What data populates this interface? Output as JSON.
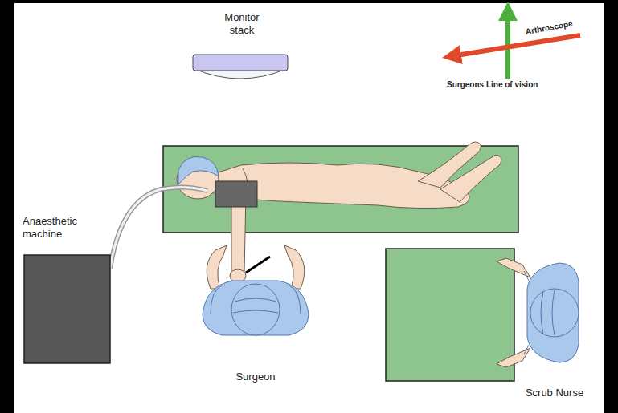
{
  "diagram": {
    "labels": [
      "Monitor stack",
      "Surgeons Line of vision",
      "Arthroscope",
      "Anaesthetic machine",
      "Surgeon",
      "Scrub Nurse"
    ]
  }
}
